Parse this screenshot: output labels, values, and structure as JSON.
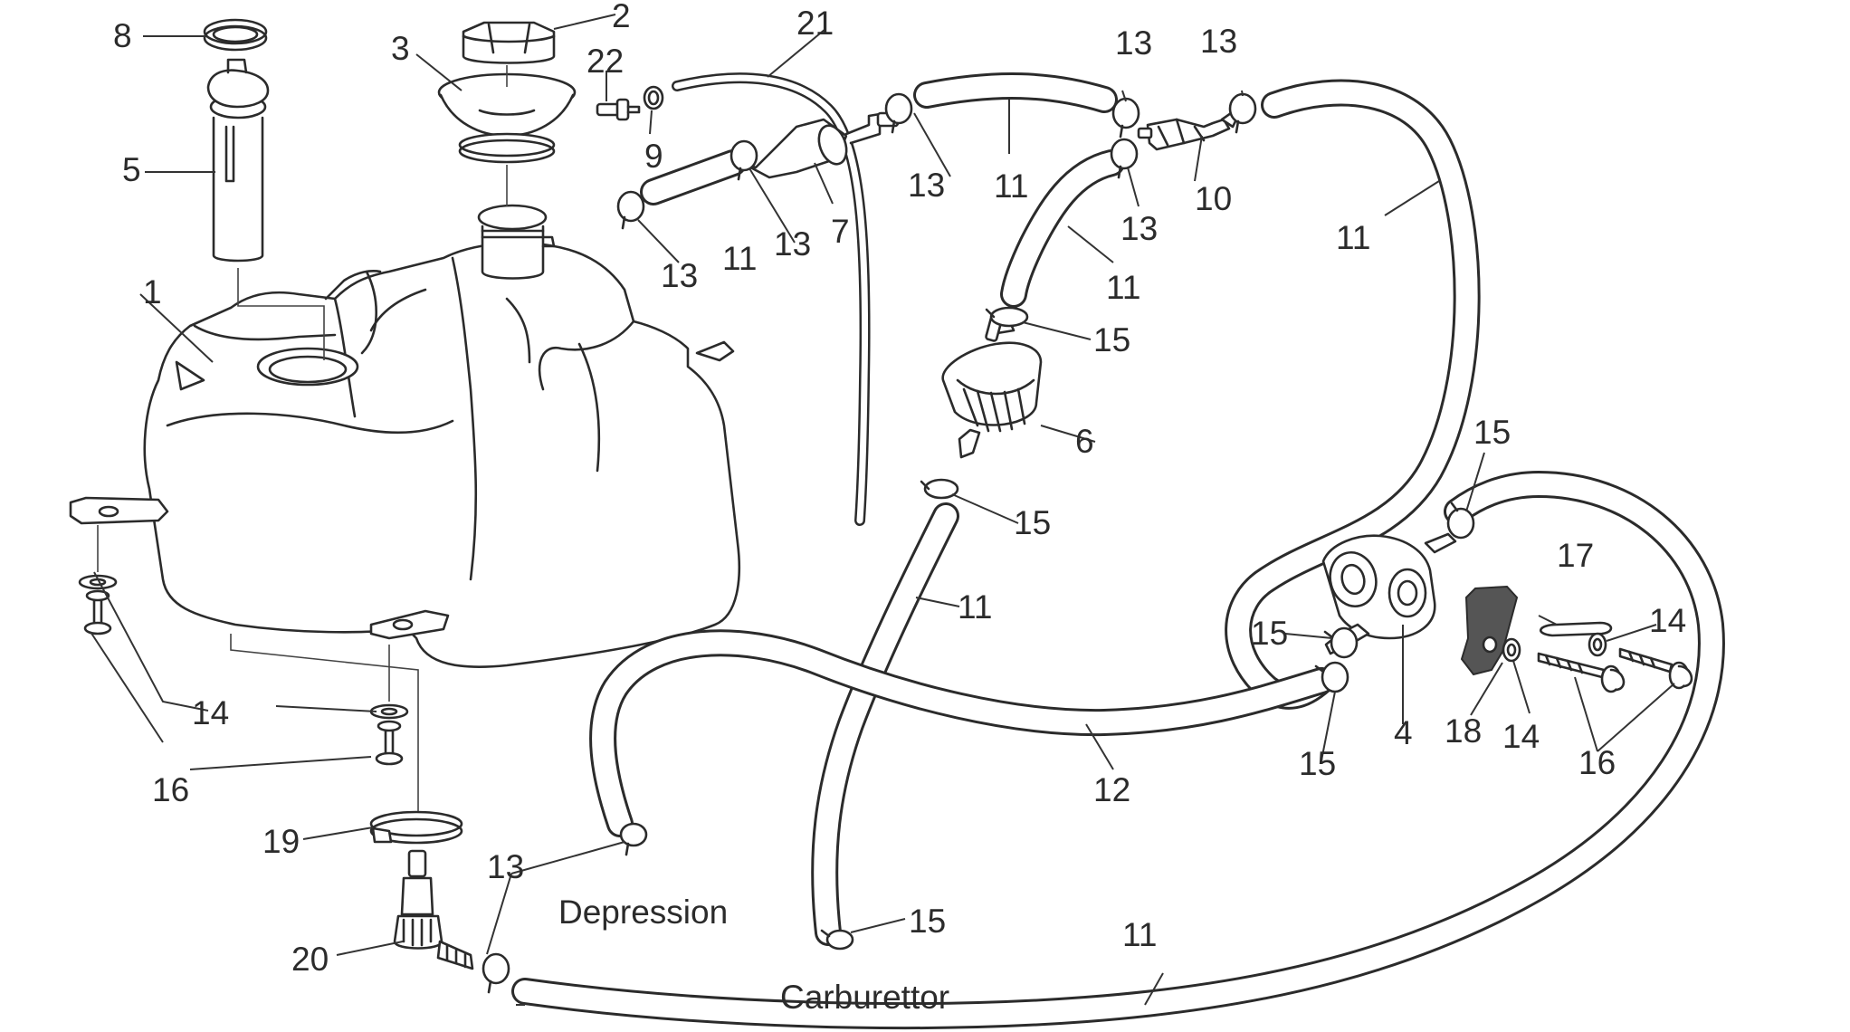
{
  "labels": {
    "l1": "1",
    "l2": "2",
    "l3": "3",
    "l4": "4",
    "l5": "5",
    "l6": "6",
    "l7": "7",
    "l8": "8",
    "l9": "9",
    "l10": "10",
    "l11a": "11",
    "l11b": "11",
    "l11c": "11",
    "l11d": "11",
    "l11e": "11",
    "l11f": "11",
    "l12": "12",
    "l13a": "13",
    "l13b": "13",
    "l13c": "13",
    "l13d": "13",
    "l13e": "13",
    "l13f": "13",
    "l13g": "13",
    "l14a": "14",
    "l14b": "14",
    "l14c": "14",
    "l15a": "15",
    "l15b": "15",
    "l15c": "15",
    "l15d": "15",
    "l15e": "15",
    "l15f": "15",
    "l16a": "16",
    "l16b": "16",
    "l17": "17",
    "l18": "18",
    "l19": "19",
    "l20": "20",
    "l21": "21",
    "l22": "22"
  },
  "annotations": {
    "depression": "Depression",
    "carburettor": "Carburettor"
  }
}
